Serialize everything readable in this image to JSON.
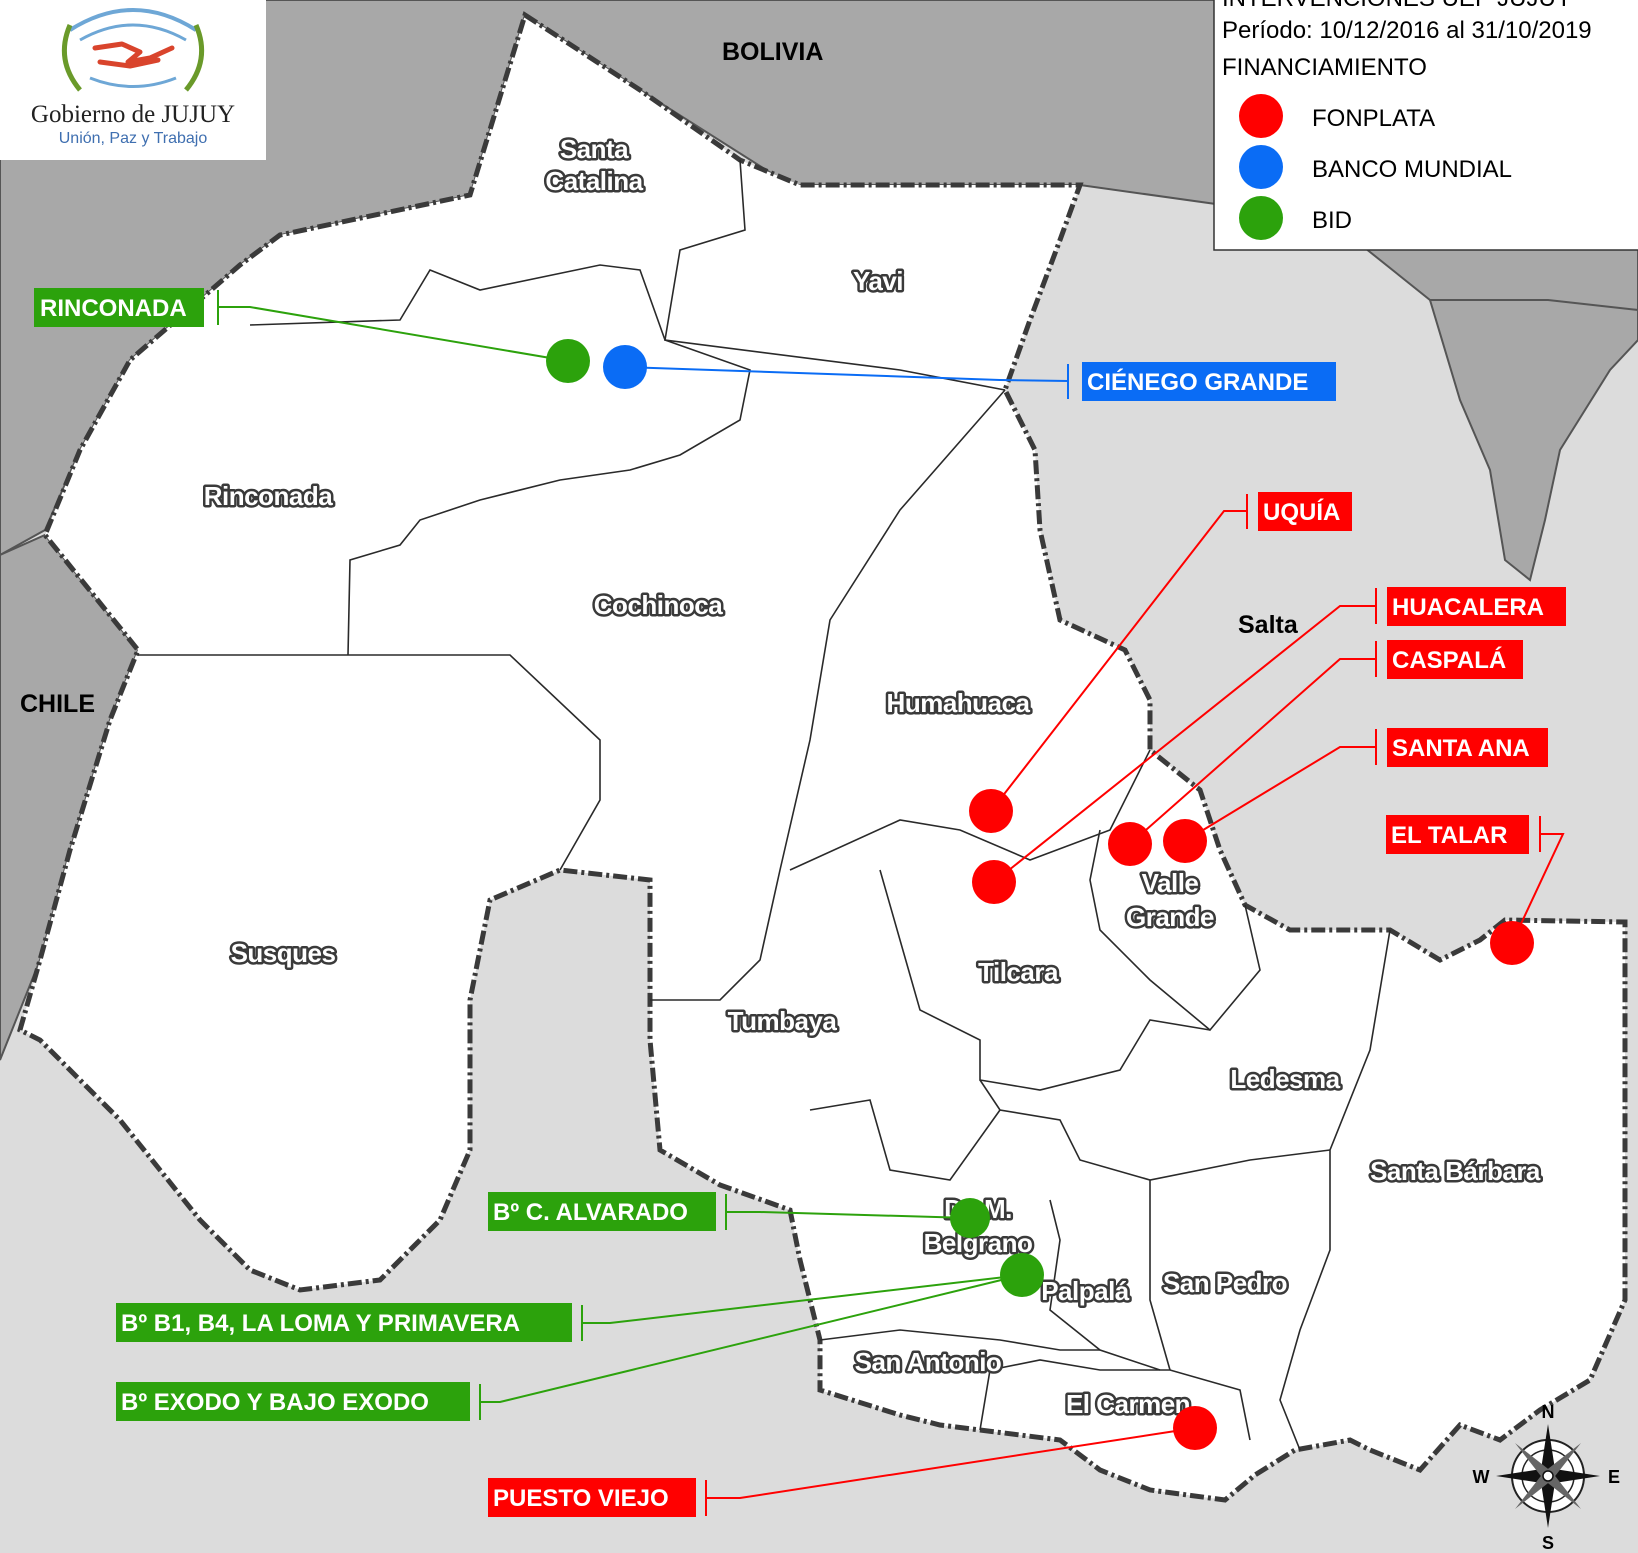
{
  "logo": {
    "title": "Gobierno de JUJUY",
    "subtitle": "Unión, Paz y Trabajo"
  },
  "legend": {
    "title": "INTERVENCIONES UEP JUJUY",
    "period": "Período: 10/12/2016 al 31/10/2019",
    "heading": "FINANCIAMIENTO",
    "items": [
      {
        "label": "FONPLATA",
        "color": "#ff0000"
      },
      {
        "label": "BANCO MUNDIAL",
        "color": "#0a6cf5"
      },
      {
        "label": "BID",
        "color": "#2ca20c"
      }
    ]
  },
  "countries": [
    "BOLIVIA",
    "CHILE",
    "Salta"
  ],
  "departments": [
    "Santa Catalina",
    "Yavi",
    "Rinconada",
    "Cochinoca",
    "Humahuaca",
    "Susques",
    "Valle Grande",
    "Tilcara",
    "Tumbaya",
    "Ledesma",
    "Santa Bárbara",
    "Dr. M. Belgrano",
    "Palpalá",
    "San Pedro",
    "San Antonio",
    "El Carmen"
  ],
  "interventions": [
    {
      "label": "RINCONADA",
      "funding": "BID"
    },
    {
      "label": "CIÉNEGO GRANDE",
      "funding": "BANCO MUNDIAL"
    },
    {
      "label": "UQUÍA",
      "funding": "FONPLATA"
    },
    {
      "label": "HUACALERA",
      "funding": "FONPLATA"
    },
    {
      "label": "CASPALÁ",
      "funding": "FONPLATA"
    },
    {
      "label": "SANTA ANA",
      "funding": "FONPLATA"
    },
    {
      "label": "EL TALAR",
      "funding": "FONPLATA"
    },
    {
      "label": "Bº C. ALVARADO",
      "funding": "BID"
    },
    {
      "label": "Bº B1, B4, LA LOMA Y PRIMAVERA",
      "funding": "BID"
    },
    {
      "label": "Bº EXODO Y BAJO EXODO",
      "funding": "BID"
    },
    {
      "label": "PUESTO VIEJO",
      "funding": "FONPLATA"
    }
  ],
  "compass": {
    "n": "N",
    "s": "S",
    "e": "E",
    "w": "W"
  }
}
